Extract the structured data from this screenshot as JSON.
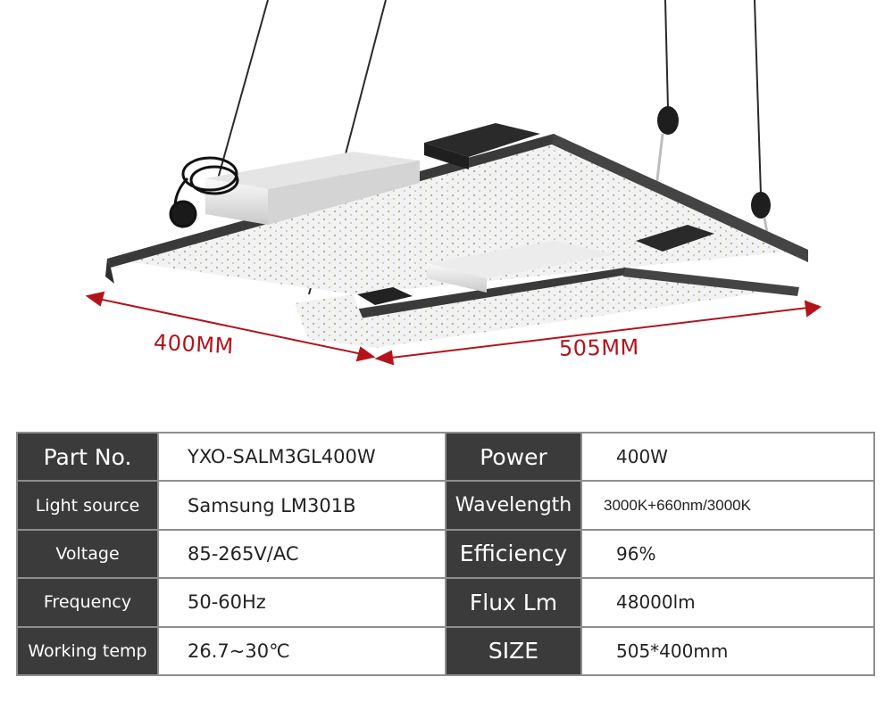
{
  "dimensions": {
    "width_label": "400MM",
    "length_label": "505MM"
  },
  "colors": {
    "dimension_arrow": "#b3141c",
    "label_cell_bg": "#3b3b3b",
    "frame": "#3a3a3a"
  },
  "specs": {
    "rows": [
      {
        "label1": "Part No.",
        "value1": "YXO-SALM3GL400W",
        "label2": "Power",
        "value2": "400W"
      },
      {
        "label1": "Light source",
        "value1": "Samsung LM301B",
        "label2": "Wavelength",
        "value2": "3000K+660nm/3000K"
      },
      {
        "label1": "Voltage",
        "value1": "85-265V/AC",
        "label2": "Efficiency",
        "value2": "96%"
      },
      {
        "label1": "Frequency",
        "value1": "50-60Hz",
        "label2": "Flux Lm",
        "value2": "48000lm"
      },
      {
        "label1": "Working temp",
        "value1": "26.7~30℃",
        "label2": "SIZE",
        "value2": "505*400mm"
      }
    ]
  }
}
